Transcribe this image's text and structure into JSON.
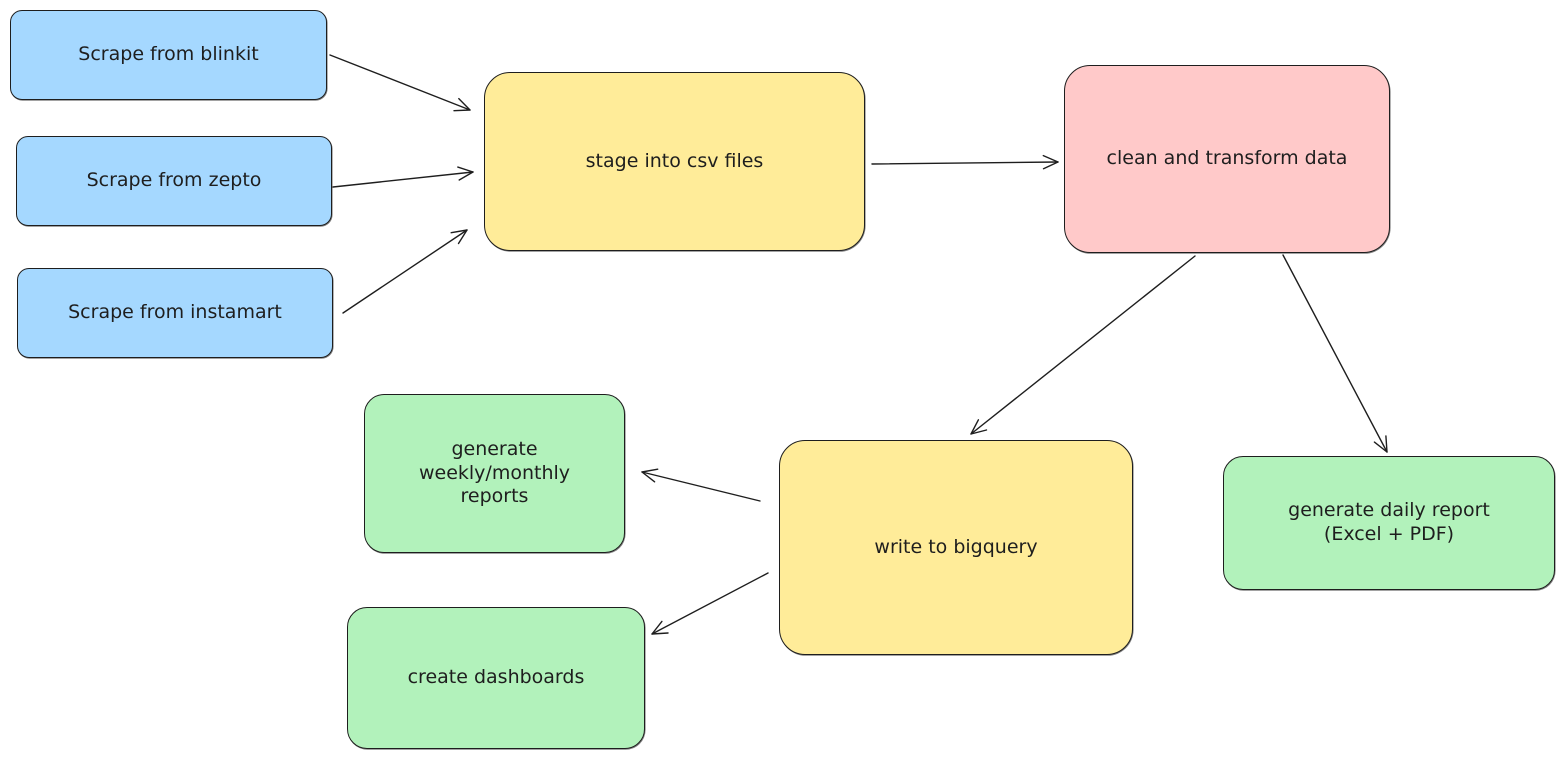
{
  "diagram": {
    "colors": {
      "source": "#a5d8ff",
      "stage": "#ffec99",
      "clean": "#ffc9c9",
      "output": "#b2f2bb",
      "stroke": "#1e1e1e",
      "background": "#ffffff"
    },
    "nodes": {
      "blinkit": {
        "label": "Scrape from blinkit"
      },
      "zepto": {
        "label": "Scrape from zepto"
      },
      "instamart": {
        "label": "Scrape from instamart"
      },
      "stage_csv": {
        "label": "stage into csv files"
      },
      "clean_transform": {
        "label": "clean and transform data"
      },
      "bigquery": {
        "label": "write to bigquery"
      },
      "weekly_monthly": {
        "label": "generate weekly/monthly\nreports"
      },
      "dashboards": {
        "label": "create dashboards"
      },
      "daily_report": {
        "label": "generate daily report\n(Excel + PDF)"
      }
    },
    "edges": [
      {
        "from": "blinkit",
        "to": "stage_csv"
      },
      {
        "from": "zepto",
        "to": "stage_csv"
      },
      {
        "from": "instamart",
        "to": "stage_csv"
      },
      {
        "from": "stage_csv",
        "to": "clean_transform"
      },
      {
        "from": "clean_transform",
        "to": "bigquery"
      },
      {
        "from": "clean_transform",
        "to": "daily_report"
      },
      {
        "from": "bigquery",
        "to": "weekly_monthly"
      },
      {
        "from": "bigquery",
        "to": "dashboards"
      }
    ]
  }
}
